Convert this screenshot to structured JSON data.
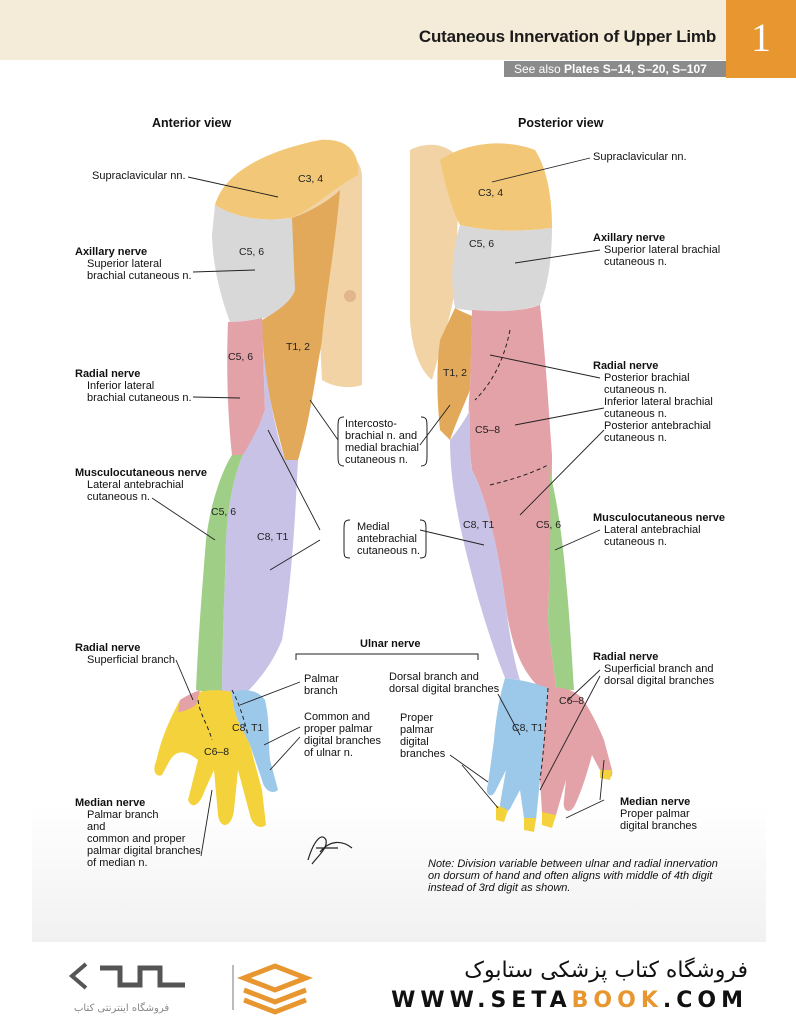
{
  "header": {
    "title": "Cutaneous Innervation of Upper Limb",
    "chapter_number": "1",
    "see_also_prefix": "See also",
    "see_also_plates": "Plates S–14, S–20, S–107"
  },
  "views": {
    "anterior": "Anterior view",
    "posterior": "Posterior view"
  },
  "anterior_labels": {
    "supraclavicular": "Supraclavicular nn.",
    "axillary_head": "Axillary nerve",
    "axillary_sub1": "Superior lateral",
    "axillary_sub2": "brachial cutaneous n.",
    "radial_head": "Radial nerve",
    "radial_sub1": "Inferior lateral",
    "radial_sub2": "brachial cutaneous n.",
    "musculo_head": "Musculocutaneous nerve",
    "musculo_sub1": "Lateral antebrachial",
    "musculo_sub2": "cutaneous n.",
    "radial_sup_head": "Radial nerve",
    "radial_sup_sub": "Superficial branch",
    "median_head": "Median nerve",
    "median_sub1": "Palmar branch",
    "median_sub2": "and",
    "median_sub3": "common and proper",
    "median_sub4": "palmar digital branches",
    "median_sub5": "of median n."
  },
  "center_labels": {
    "intercosto_1": "Intercosto-",
    "intercosto_2": "brachial n. and",
    "intercosto_3": "medial brachial",
    "intercosto_4": "cutaneous n.",
    "medial_1": "Medial",
    "medial_2": "antebrachial",
    "medial_3": "cutaneous n.",
    "ulnar_head": "Ulnar nerve",
    "palmar_1": "Palmar",
    "palmar_2": "branch",
    "common_1": "Common and",
    "common_2": "proper palmar",
    "common_3": "digital branches",
    "common_4": "of ulnar n.",
    "dorsal_1": "Dorsal branch and",
    "dorsal_2": "dorsal digital branches",
    "proper_1": "Proper",
    "proper_2": "palmar",
    "proper_3": "digital",
    "proper_4": "branches"
  },
  "posterior_labels": {
    "supraclavicular": "Supraclavicular nn.",
    "axillary_head": "Axillary nerve",
    "axillary_sub1": "Superior lateral brachial",
    "axillary_sub2": "cutaneous n.",
    "radial_head": "Radial nerve",
    "radial_sub1": "Posterior brachial",
    "radial_sub2": "cutaneous n.",
    "radial_sub3": "Inferior lateral brachial",
    "radial_sub4": "cutaneous n.",
    "radial_sub5": "Posterior antebrachial",
    "radial_sub6": "cutaneous n.",
    "musculo_head": "Musculocutaneous nerve",
    "musculo_sub1": "Lateral antebrachial",
    "musculo_sub2": "cutaneous n.",
    "radial_sup_head": "Radial nerve",
    "radial_sup_sub1": "Superficial branch and",
    "radial_sup_sub2": "dorsal digital branches",
    "median_head": "Median nerve",
    "median_sub1": "Proper palmar",
    "median_sub2": "digital branches"
  },
  "dermatome_codes": {
    "a_c34": "C3, 4",
    "a_c56_shoulder": "C5, 6",
    "a_t12": "T1, 2",
    "a_c56_arm": "C5, 6",
    "a_c56_forearm": "C5, 6",
    "a_c8t1_forearm": "C8, T1",
    "a_c8t1_hand": "C8, T1",
    "a_c68_hand": "C6–8",
    "p_c34": "C3, 4",
    "p_c56_shoulder": "C5, 6",
    "p_t12": "T1, 2",
    "p_c58": "C5–8",
    "p_c8t1_forearm": "C8, T1",
    "p_c56_forearm": "C5, 6",
    "p_c8t1_hand": "C8, T1",
    "p_c68_hand": "C6–8"
  },
  "note": "Note: Division variable between ulnar and radial innervation on dorsum of hand and often aligns with middle of 4th digit instead of 3rd digit as shown.",
  "signature": "F. Netter",
  "footer": {
    "store_name": "فروشگاه کتاب پزشکی ستابوک",
    "url_prefix": "WWW.SETA",
    "url_mid": "BOOK",
    "url_suffix": ".COM",
    "logo_subtitle": "فروشگاه اینترنتی کتاب"
  },
  "colors": {
    "c3_4": "#f2c878",
    "c5_6_shoulder": "#d8d8d8",
    "t1_2": "#e2a95a",
    "c5_6_radial": "#e3a1a8",
    "c5_6_musculo": "#9fcf86",
    "c8_t1_medial": "#c8c2e6",
    "c8_t1_ulnar": "#9cc8ea",
    "c6_8_median": "#f4d23c",
    "skin": "#f2d3a6",
    "header_accent": "#e8962f"
  }
}
